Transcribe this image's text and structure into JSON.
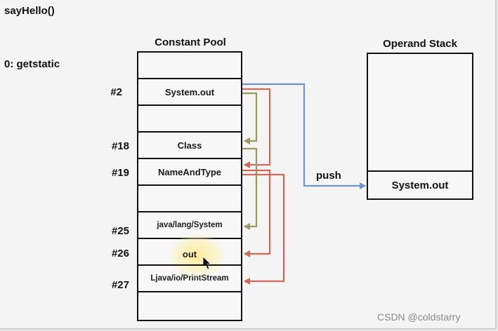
{
  "method_label": "sayHello()",
  "instruction": "0: getstatic",
  "constant_pool": {
    "title": "Constant Pool",
    "entries": [
      {
        "index": "",
        "value": ""
      },
      {
        "index": "#2",
        "value": "System.out"
      },
      {
        "index": "",
        "value": ""
      },
      {
        "index": "#18",
        "value": "Class"
      },
      {
        "index": "#19",
        "value": "NameAndType"
      },
      {
        "index": "",
        "value": ""
      },
      {
        "index": "#25",
        "value": "java/lang/System"
      },
      {
        "index": "#26",
        "value": "out"
      },
      {
        "index": "#27",
        "value": "Ljava/io/PrintStream"
      },
      {
        "index": "",
        "value": ""
      }
    ]
  },
  "operand_stack": {
    "title": "Operand Stack",
    "top_value": "System.out"
  },
  "push_label": "push",
  "watermark": "CSDN @coldstarry",
  "colors": {
    "blue_arrow": "#6f94c8",
    "olive_arrow": "#9a9a5e",
    "red_arrow": "#cf6a5a"
  }
}
